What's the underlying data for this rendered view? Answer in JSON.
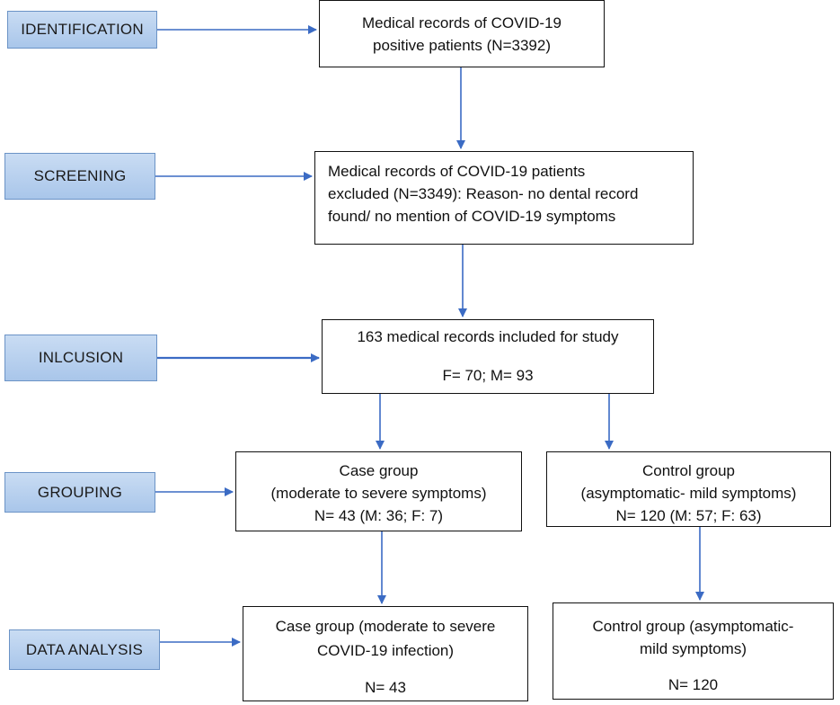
{
  "stages": {
    "identification": "IDENTIFICATION",
    "screening": "SCREENING",
    "inclusion": "INLCUSION",
    "grouping": "GROUPING",
    "analysis": "DATA ANALYSIS"
  },
  "boxes": {
    "identified": [
      "Medical records of COVID-19",
      "positive patients (N=3392)"
    ],
    "excluded": [
      "Medical records of COVID-19 patients",
      "excluded (N=3349): Reason- no dental record",
      "found/ no mention of COVID-19 symptoms"
    ],
    "included": {
      "line1": "163 medical records included for study",
      "line2": "F= 70; M= 93"
    },
    "case_group": [
      "Case group",
      "(moderate to severe symptoms)",
      "N= 43 (M: 36; F: 7)"
    ],
    "control_group": [
      "Control group",
      "(asymptomatic- mild symptoms)",
      "N= 120 (M: 57; F: 63)"
    ],
    "case_analysis": {
      "line1": "Case group (moderate to severe",
      "line2": "COVID-19 infection)",
      "n": "N= 43"
    },
    "control_analysis": {
      "line1": "Control group (asymptomatic-",
      "line2": "mild symptoms)",
      "n": "N= 120"
    }
  },
  "colors": {
    "stage_fill": "#b7cfee",
    "stage_border": "#6b93c6",
    "arrow": "#3b6bc4"
  }
}
